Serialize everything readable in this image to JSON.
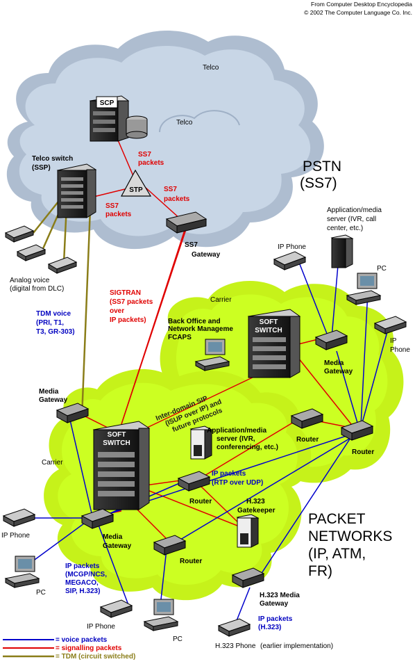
{
  "copyright": {
    "line1": "From Computer Desktop Encyclopedia",
    "line2": "© 2002 The Computer Language Co. Inc."
  },
  "pstn": {
    "telco_1": "Telco",
    "telco_2": "Telco",
    "title_1": "PSTN",
    "title_2": "(SS7)",
    "scp": "SCP",
    "stp": "STP",
    "telco_switch_1": "Telco switch",
    "telco_switch_2": "(SSP)",
    "ss7_packets_a_1": "SS7",
    "ss7_packets_a_2": "packets",
    "ss7_packets_b_1": "SS7",
    "ss7_packets_b_2": "packets",
    "ss7_packets_c_1": "SS7",
    "ss7_packets_c_2": "packets",
    "ss7_gateway_1": "SS7",
    "ss7_gateway_2": "Gateway",
    "analog_1": "Analog voice",
    "analog_2": "(digital from DLC)"
  },
  "links": {
    "sigtran_1": "SIGTRAN",
    "sigtran_2": "(SS7 packets",
    "sigtran_3": "over",
    "sigtran_4": "IP packets)",
    "tdm_1": "TDM voice",
    "tdm_2": "(PRI, T1,",
    "tdm_3": "T3, GR-303)",
    "interdomain_1": "Inter-domain SIP",
    "interdomain_2": "(ISUP over IP) and",
    "interdomain_3": "future protocols"
  },
  "upper_carrier": {
    "carrier": "Carrier",
    "soft_switch_1": "SOFT",
    "soft_switch_2": "SWITCH",
    "backoffice_1": "Back Office and",
    "backoffice_2": "Network Manageme",
    "backoffice_3": "FCAPS",
    "media_gateway_1": "Media",
    "media_gateway_2": "Gateway",
    "app_server_1": "Application/media",
    "app_server_2": "server (IVR, call",
    "app_server_3": "center, etc.)",
    "ip_phone_1": "IP Phone",
    "ip_phone_2a": "IP",
    "ip_phone_2b": "Phone",
    "pc": "PC",
    "router_1": "Router",
    "router_2": "Router"
  },
  "lower_carrier": {
    "carrier": "Carrier",
    "soft_switch_1": "SOFT",
    "soft_switch_2": "SWITCH",
    "media_gateway_top_1": "Media",
    "media_gateway_top_2": "Gateway",
    "app_server_1": "Application/media",
    "app_server_2": "server (IVR,",
    "app_server_3": "conferencing, etc.)",
    "ip_packets_rtp_1": "IP packets",
    "ip_packets_rtp_2": "(RTP over UDP)",
    "router_a": "Router",
    "router_b": "Router",
    "h323_gatekeeper_1": "H.323",
    "h323_gatekeeper_2": "Gatekeeper",
    "media_gateway_bottom_1": "Media",
    "media_gateway_bottom_2": "Gateway",
    "ip_phone_left": "IP Phone",
    "ip_packets_mgcp_1": "IP packets",
    "ip_packets_mgcp_2": "(MCGP/NCS,",
    "ip_packets_mgcp_3": "MEGACO,",
    "ip_packets_mgcp_4": "SIP, H.323)",
    "pc_left": "PC",
    "ip_phone_bottom": "IP Phone",
    "pc_bottom": "PC",
    "h323_media_gw_1": "H.323 Media",
    "h323_media_gw_2": "Gateway",
    "ip_packets_h323_1": "IP packets",
    "ip_packets_h323_2": "(H.323)",
    "h323_phone": "H.323 Phone",
    "earlier": "(earlier implementation)"
  },
  "packet_networks": {
    "line1": "PACKET",
    "line2": "NETWORKS",
    "line3": "(IP, ATM,",
    "line4": "FR)"
  },
  "legend": {
    "voice": "= voice packets",
    "signalling": "= signalling packets",
    "tdm": "= TDM (circuit switched)"
  },
  "colors": {
    "voice": "#0000cc",
    "signalling": "#e00000",
    "tdm": "#8a7d18",
    "carrier_cloud": "#ccff22",
    "pstn_cloud": "#c8d6e6"
  }
}
